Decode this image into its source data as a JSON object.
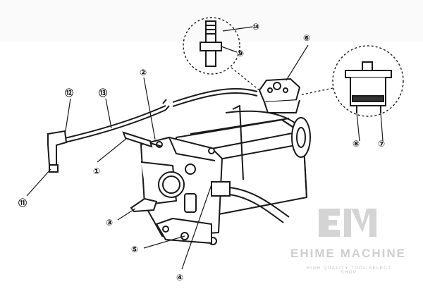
{
  "callouts": [
    {
      "id": "1",
      "label": "①"
    },
    {
      "id": "2",
      "label": "②"
    },
    {
      "id": "3",
      "label": "③"
    },
    {
      "id": "4",
      "label": "④"
    },
    {
      "id": "5",
      "label": "⑤"
    },
    {
      "id": "6",
      "label": "⑥"
    },
    {
      "id": "7",
      "label": "⑦"
    },
    {
      "id": "8",
      "label": "⑧"
    },
    {
      "id": "9",
      "label": "⑨"
    },
    {
      "id": "10",
      "label": "⑩"
    },
    {
      "id": "11",
      "label": "⑪"
    },
    {
      "id": "12",
      "label": "⑫"
    },
    {
      "id": "13",
      "label": "⑬"
    }
  ],
  "watermark": {
    "logo_text": "EM",
    "brand": "EHIME MACHINE",
    "tagline": "HIGH QUALITY TOOL SELECT SHOP",
    "color": "#c8c8c8"
  },
  "colors": {
    "line": "#1a1a1a",
    "background": "#ffffff"
  }
}
